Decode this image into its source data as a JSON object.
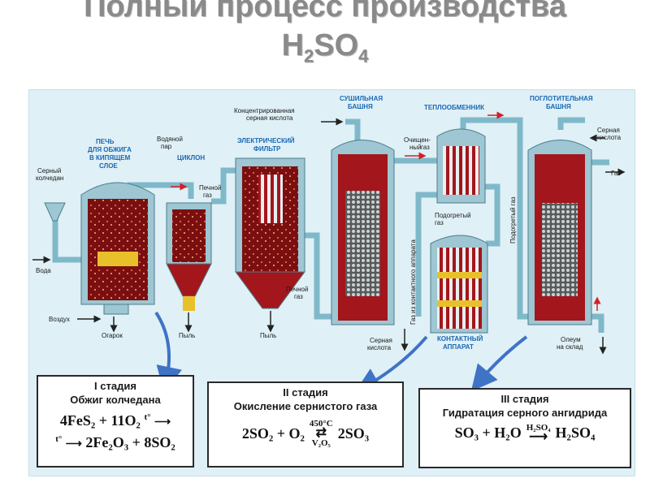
{
  "title": {
    "line1": "Полный процесс производства",
    "line2_main": "H",
    "line2_sub": "2",
    "line2_mid": "SO",
    "line2_sub2": "4"
  },
  "labels": {
    "furnace_1": "ПЕЧЬ",
    "furnace_2": "ДЛЯ ОБЖИГА",
    "furnace_3": "В КИПЯЩЕМ",
    "furnace_4": "СЛОЕ",
    "steam_1": "Водяной",
    "steam_2": "пар",
    "cyclone": "ЦИКЛОН",
    "filter_1": "ЭЛЕКТРИЧЕСКИЙ",
    "filter_2": "ФИЛЬТР",
    "pyrite_1": "Серный",
    "pyrite_2": "колчедан",
    "water": "Вода",
    "air": "Воздух",
    "cinder": "Огарок",
    "dust_1": "Пыль",
    "dust_2": "Пыль",
    "furnace_gas_1a": "Печной",
    "furnace_gas_1b": "газ",
    "furnace_gas_2a": "Печной",
    "furnace_gas_2b": "газ",
    "conc_acid_1": "Концентрированная",
    "conc_acid_2": "серная кислота",
    "dry_tower_1": "СУШИЛЬНАЯ",
    "dry_tower_2": "БАШНЯ",
    "heat_exchanger": "ТЕПЛООБМЕННИК",
    "absorb_tower_1": "ПОГЛОТИТЕЛЬНАЯ",
    "absorb_tower_2": "БАШНЯ",
    "purified_gas_1": "Очищен-",
    "purified_gas_2": "ный",
    "purified_gas_3": "газ",
    "heated_gas_1": "Подогретый",
    "heated_gas_2": "газ",
    "gas_to_contact": "Газ из контактного аппарата",
    "heated_gas_vertical": "Подогретый газ",
    "sulfuric_acid_1": "Серная",
    "sulfuric_acid_2": "кислота",
    "sulfuric_acid_out_1": "Серная",
    "sulfuric_acid_out_2": "кислота",
    "gas_out": "Газ",
    "contact_1": "КОНТАКТНЫЙ",
    "contact_2": "АППАРАТ",
    "oleum_1": "Олеум",
    "oleum_2": "на склад"
  },
  "stages": [
    {
      "num": "I стадия",
      "name": "Обжиг колчедана",
      "eq_line1": "4FeS₂ + 11O₂",
      "cond": "t°",
      "eq_line2": "2Fe₂O₃ + 8SO₂"
    },
    {
      "num": "II стадия",
      "name": "Окисление сернистого газа",
      "eq_left": "2SO₂ + O₂",
      "cond_top": "450°C",
      "cond_bottom": "V₂O₅",
      "eq_right": "2SO₃"
    },
    {
      "num": "III стадия",
      "name": "Гидратация серного ангидрида",
      "eq_left": "SO₃ + H₂O",
      "cond": "H₂SO₄",
      "eq_right": "H₂SO₄"
    }
  ],
  "colors": {
    "pipe": "#7fb9c9",
    "vessel_red": "#a3161b",
    "vessel_shell": "#9ec6d3",
    "label_blue": "#1b67b3",
    "arrow_blue": "#3f73c6"
  }
}
